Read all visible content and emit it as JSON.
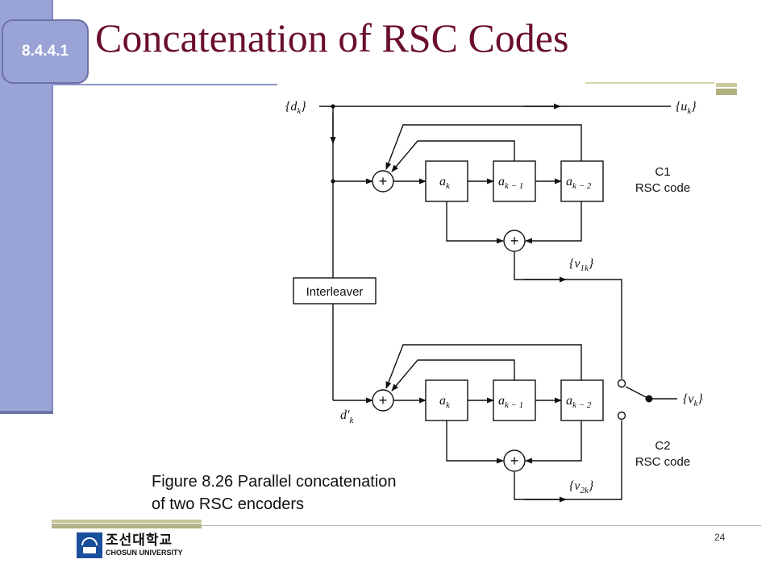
{
  "slide": {
    "section_number": "8.4.4.1",
    "title": "Concatenation of RSC Codes",
    "page_number": "24"
  },
  "caption": {
    "line1": "Figure 8.26 Parallel concatenation",
    "line2": "of two RSC encoders"
  },
  "logo": {
    "korean": "조선대학교",
    "english": "CHOSUN UNIVERSITY"
  },
  "diagram": {
    "input_seq": "{d",
    "input_sub": "k",
    "systematic_out": "{u",
    "systematic_sub": "k",
    "interleaver_label": "Interleaver",
    "interleaved_in": "d′",
    "interleaved_sub": "k",
    "parity1_out": "{v",
    "parity1_sub": "1k",
    "parity2_out": "{v",
    "parity2_sub": "2k",
    "mux_out": "{v",
    "mux_sub": "k",
    "register": "a",
    "reg0_sub": "k",
    "reg1_sub": "k − 1",
    "reg2_sub": "k − 2",
    "adder_symbol": "+",
    "close_brace": "}",
    "c1_name": "C1",
    "c1_code": "RSC code",
    "c2_name": "C2",
    "c2_code": "RSC code"
  }
}
